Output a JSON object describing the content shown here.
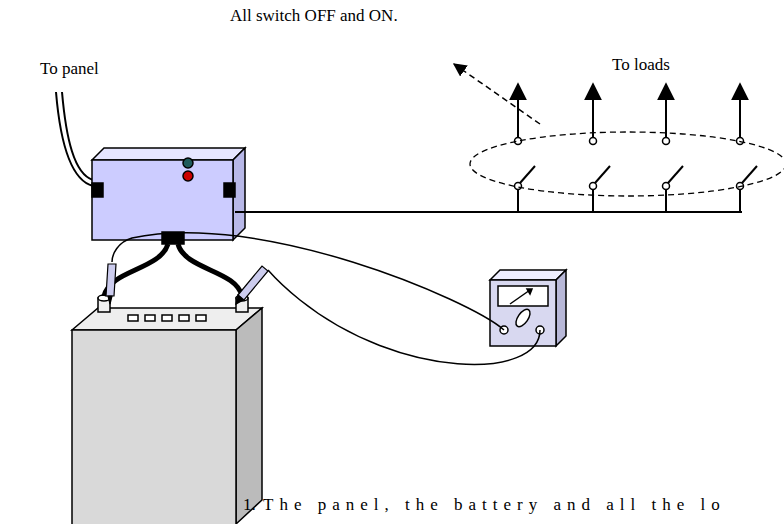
{
  "diagram": {
    "labels": [
      "All switch OFF and ON.",
      "To loads",
      "To panel",
      "1.",
      "The panel, the battery and all the lo"
    ]
  }
}
